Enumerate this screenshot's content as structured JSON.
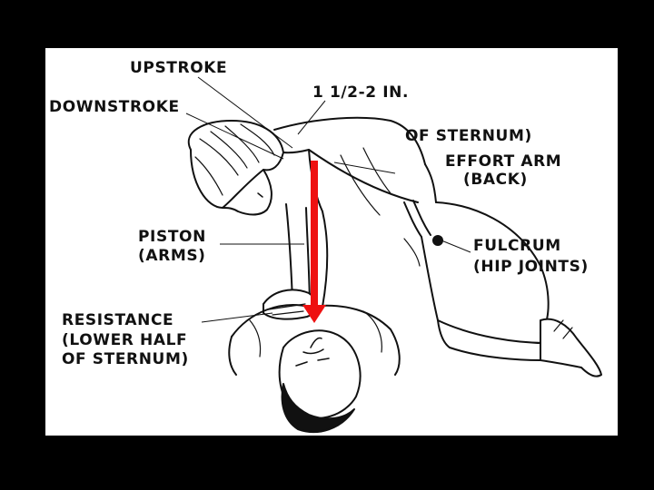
{
  "colors": {
    "background": "#000000",
    "panel": "#ffffff",
    "ink": "#111111",
    "arrow": "#ee1111"
  },
  "labels": {
    "upstroke": "UPSTROKE",
    "downstroke": "DOWNSTROKE",
    "depth": "1 1/2-2 IN.",
    "of_sternum": "OF STERNUM)",
    "effort_arm": "EFFORT ARM",
    "effort_arm_sub": "(BACK)",
    "piston": "PISTON",
    "piston_sub": "(ARMS)",
    "fulcrum": "FULCRUM",
    "fulcrum_sub": "(HIP JOINTS)",
    "resistance": "RESISTANCE",
    "resistance_sub1": "(LOWER HALF",
    "resistance_sub2": "OF STERNUM)"
  },
  "icons": {
    "force_arrow": "down-arrow-icon"
  }
}
